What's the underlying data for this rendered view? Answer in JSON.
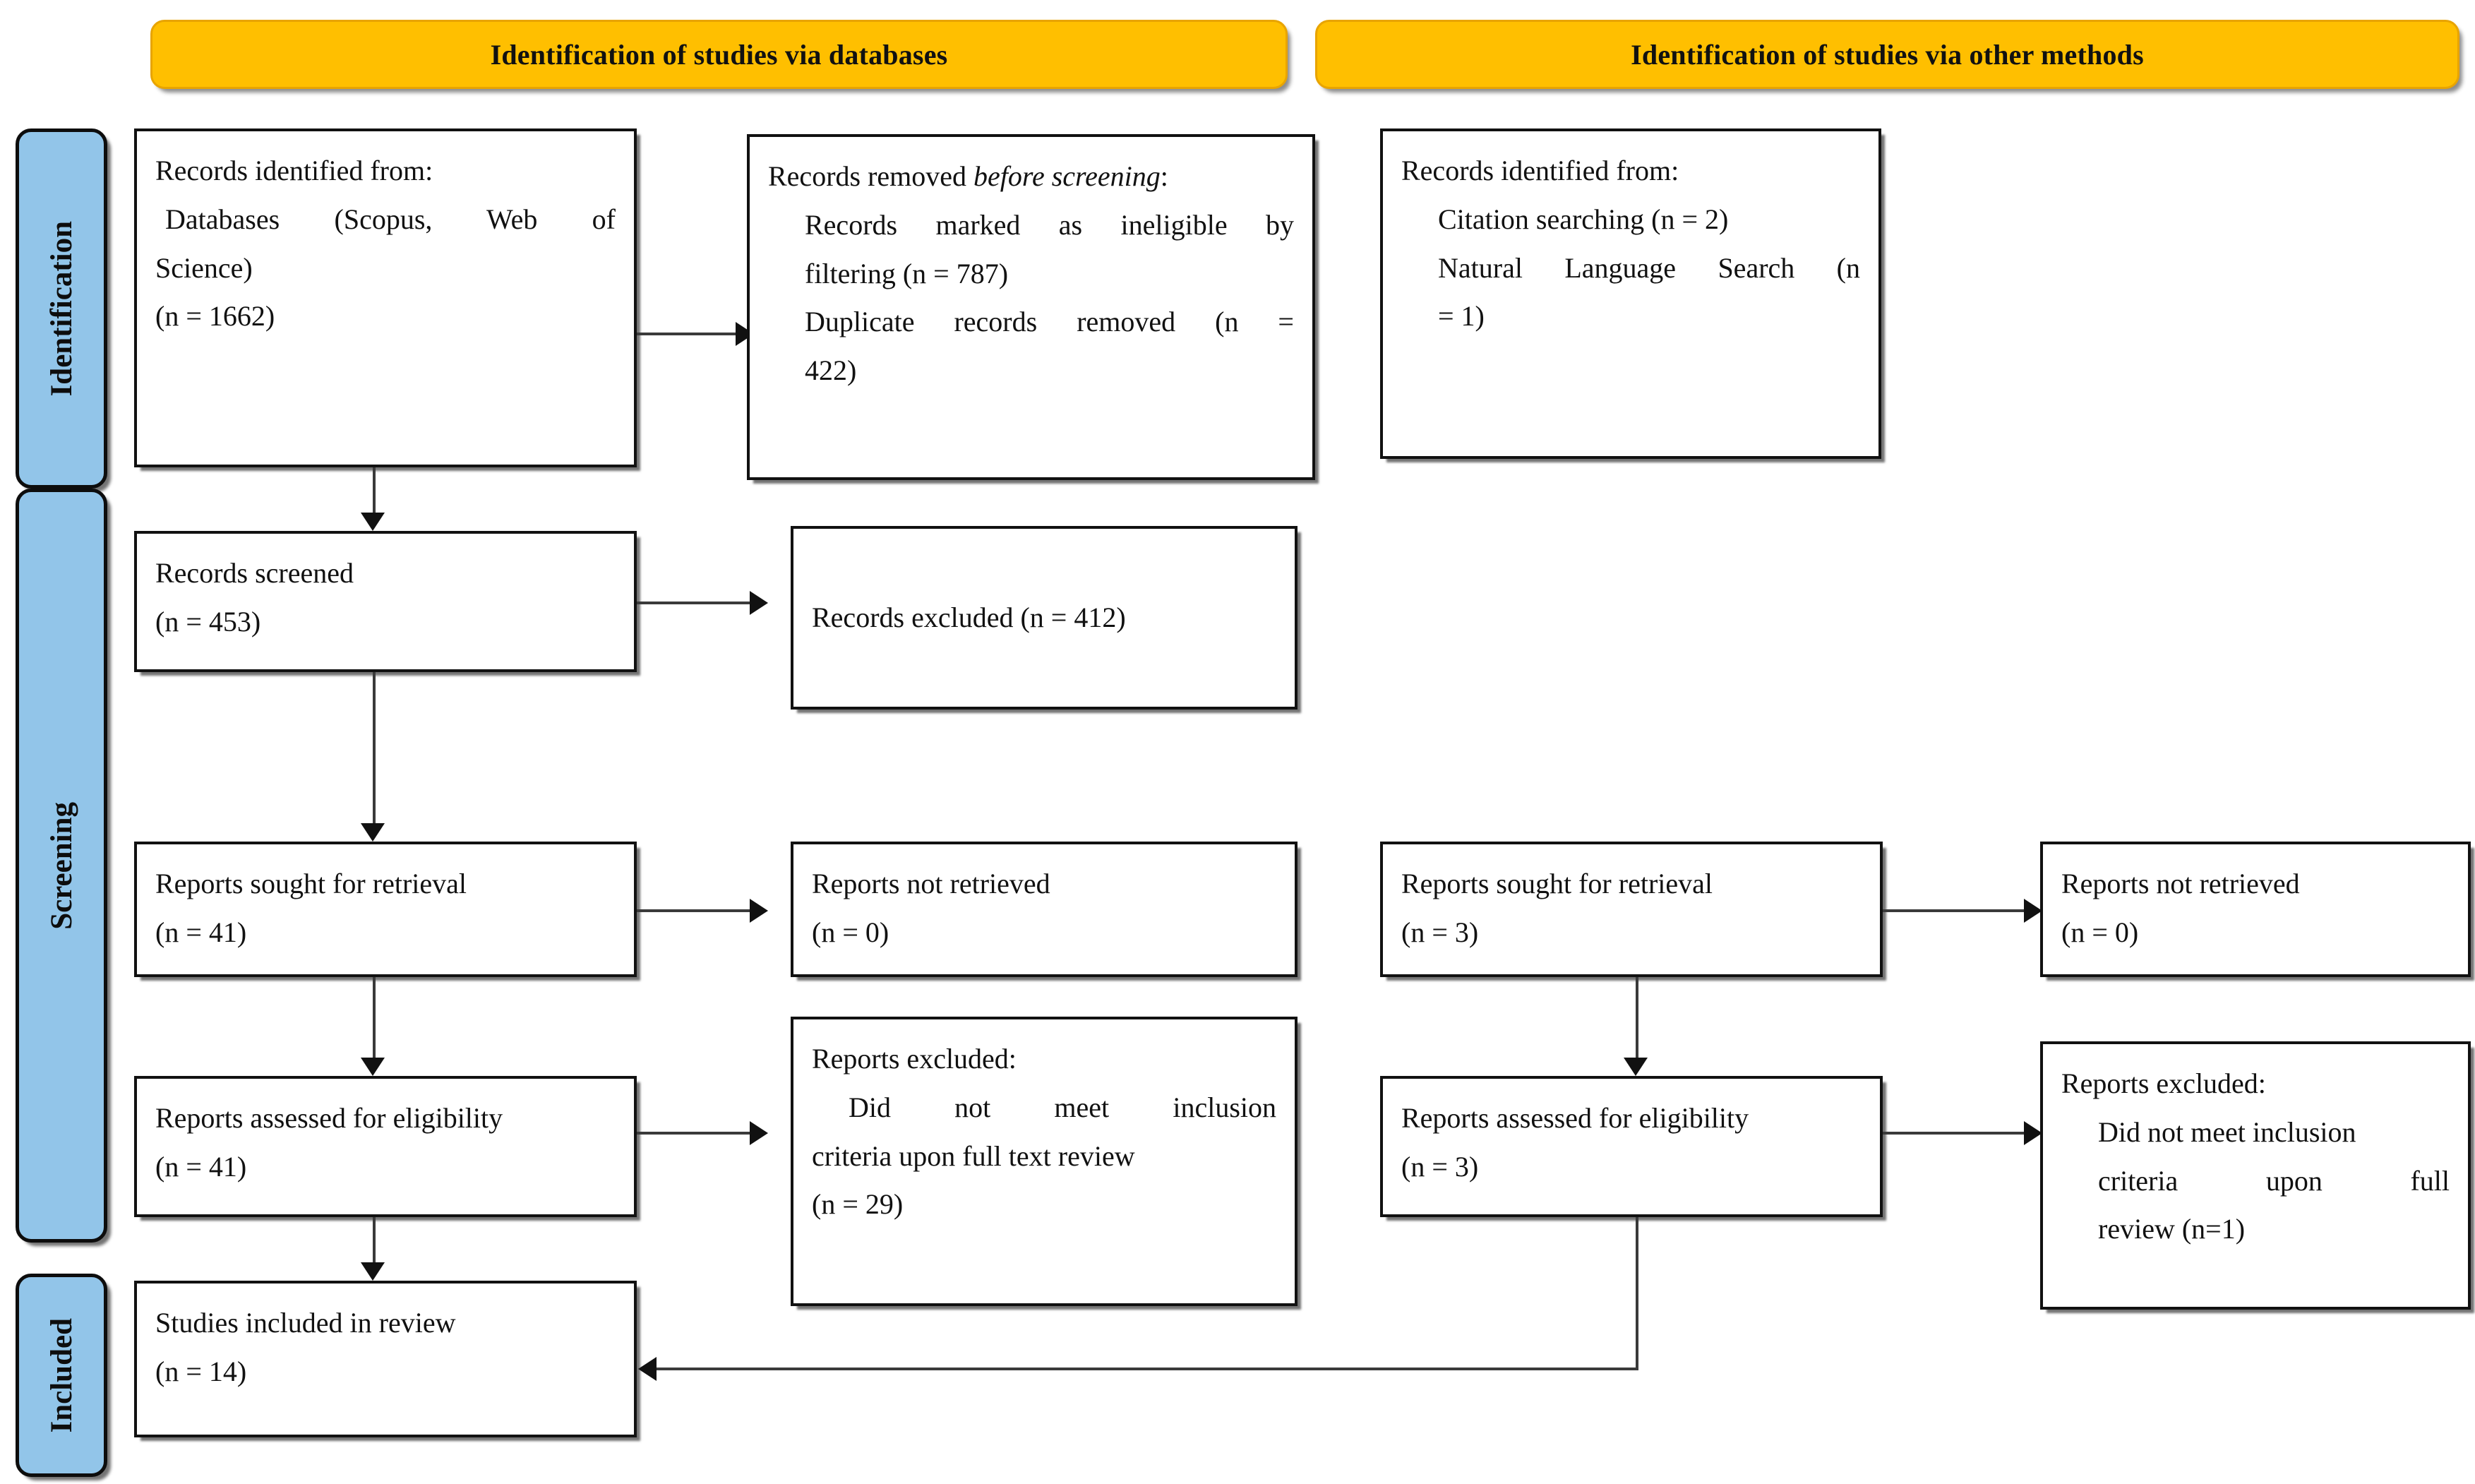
{
  "diagram": {
    "type": "PRISMA flow diagram",
    "banners": [
      {
        "id": "databases",
        "label": "Identification of studies via databases"
      },
      {
        "id": "other-methods",
        "label": "Identification of studies via other methods"
      }
    ],
    "stage_labels": [
      {
        "id": "identification",
        "label": "Identification"
      },
      {
        "id": "screening",
        "label": "Screening"
      },
      {
        "id": "included",
        "label": "Included"
      }
    ],
    "colors": {
      "banner_fill": "#FFBF00",
      "banner_border": "#E8A400",
      "stage_label_fill": "#92C5E9",
      "box_border": "#111111",
      "connector": "#3a3a3a",
      "background": "#ffffff"
    },
    "boxes": {
      "db_identified": {
        "line1": "Records identified from:",
        "line2": "Databases (Scopus, Web of",
        "line3": "Science)",
        "line4": "(n = 1662)"
      },
      "db_removed": {
        "line1a": "Records removed ",
        "line1b": "before screening",
        "line1c": ":",
        "line2": "Records marked as ineligible by",
        "line3": "filtering (n = 787)",
        "line4": "Duplicate records removed (n =",
        "line5": "422)"
      },
      "other_identified": {
        "line1": "Records identified from:",
        "line2": "Citation searching (n = 2)",
        "line3": "Natural Language Search (n",
        "line4": "= 1)"
      },
      "records_screened": {
        "line1": "Records screened",
        "line2": "(n = 453)"
      },
      "records_excluded": {
        "line1": "Records excluded (n = 412)"
      },
      "db_reports_sought": {
        "line1": "Reports sought for retrieval",
        "line2": "(n = 41)"
      },
      "db_reports_not_retrieved": {
        "line1": "Reports not retrieved",
        "line2": "(n = 0)"
      },
      "other_reports_sought": {
        "line1": "Reports sought for retrieval",
        "line2": "(n = 3)"
      },
      "other_reports_not_retrieved": {
        "line1": "Reports not retrieved",
        "line2": "(n = 0)"
      },
      "db_reports_assessed": {
        "line1": "Reports assessed for eligibility",
        "line2": "(n = 41)"
      },
      "db_reports_excluded": {
        "line1": "Reports excluded:",
        "line2": "Did not meet inclusion",
        "line3": "criteria upon full text review",
        "line4": "(n = 29)"
      },
      "other_reports_assessed": {
        "line1": "Reports assessed for eligibility",
        "line2": "(n = 3)"
      },
      "other_reports_excluded": {
        "line1": "Reports excluded:",
        "line2": "Did not meet inclusion",
        "line3": "criteria upon full",
        "line4": "review (n=1)"
      },
      "studies_included": {
        "line1": "Studies included in review",
        "line2": "(n = 14)"
      }
    }
  }
}
